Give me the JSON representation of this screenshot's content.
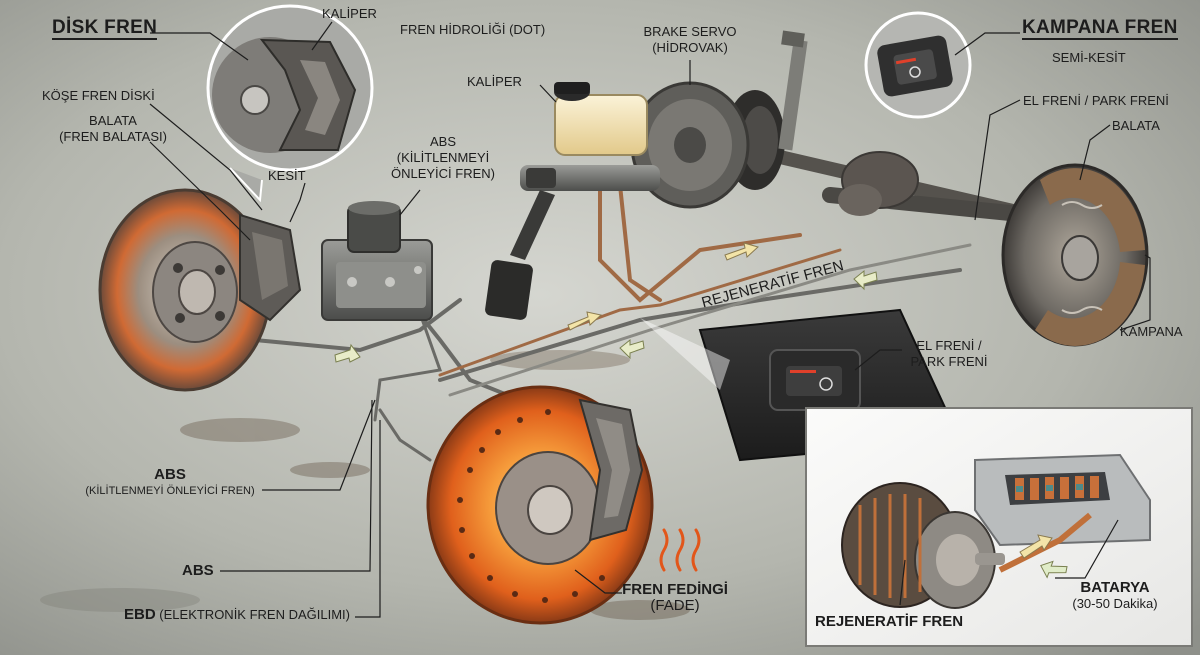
{
  "disc": {
    "title": "DİSK FREN",
    "caliper": "KALİPER",
    "corner_disc": "KÖŞE FREN DİSKİ",
    "pad_line1": "BALATA",
    "pad_line2": "(FREN BALATASI)",
    "section": "KESİT"
  },
  "hydraulic": {
    "fluid": "FREN HİDROLİĞİ (DOT)",
    "caliper": "KALİPER",
    "servo_line1": "BRAKE SERVO",
    "servo_line2": "(HİDROVAK)"
  },
  "abs_unit": {
    "line1": "ABS",
    "line2": "(KİLİTLENMEYİ",
    "line3": "ÖNLEYİCİ FREN)"
  },
  "drum": {
    "title": "KAMPANA FREN",
    "subtitle": "SEMİ-KESİT",
    "park_brake": "EL FRENİ / PARK FRENİ",
    "pad": "BALATA",
    "drum": "KAMPANA"
  },
  "regen_line": "REJENERATİF FREN",
  "console": {
    "line1": "EL FRENİ /",
    "line2": "PARK FRENİ"
  },
  "left_labels": {
    "abs_bold": "ABS",
    "abs_desc": "(KİLİTLENMEYİ ÖNLEYİCİ FREN)",
    "abs2": "ABS",
    "ebd_bold": "EBD",
    "ebd_desc": "(ELEKTRONİK FREN DAĞILIMI)"
  },
  "fade": {
    "line1": "FREN FEDİNGİ",
    "line2": "(FADE)"
  },
  "regen_panel": {
    "motor": "REJENERATİF FREN",
    "battery": "BATARYA",
    "battery_time": "(30-50 Dakika)"
  },
  "colors": {
    "floor": "#b6b8b0",
    "metal": "#6f6f6c",
    "hot": "#f07a22",
    "pipe": "#a06a45",
    "copper": "#c0703a"
  }
}
